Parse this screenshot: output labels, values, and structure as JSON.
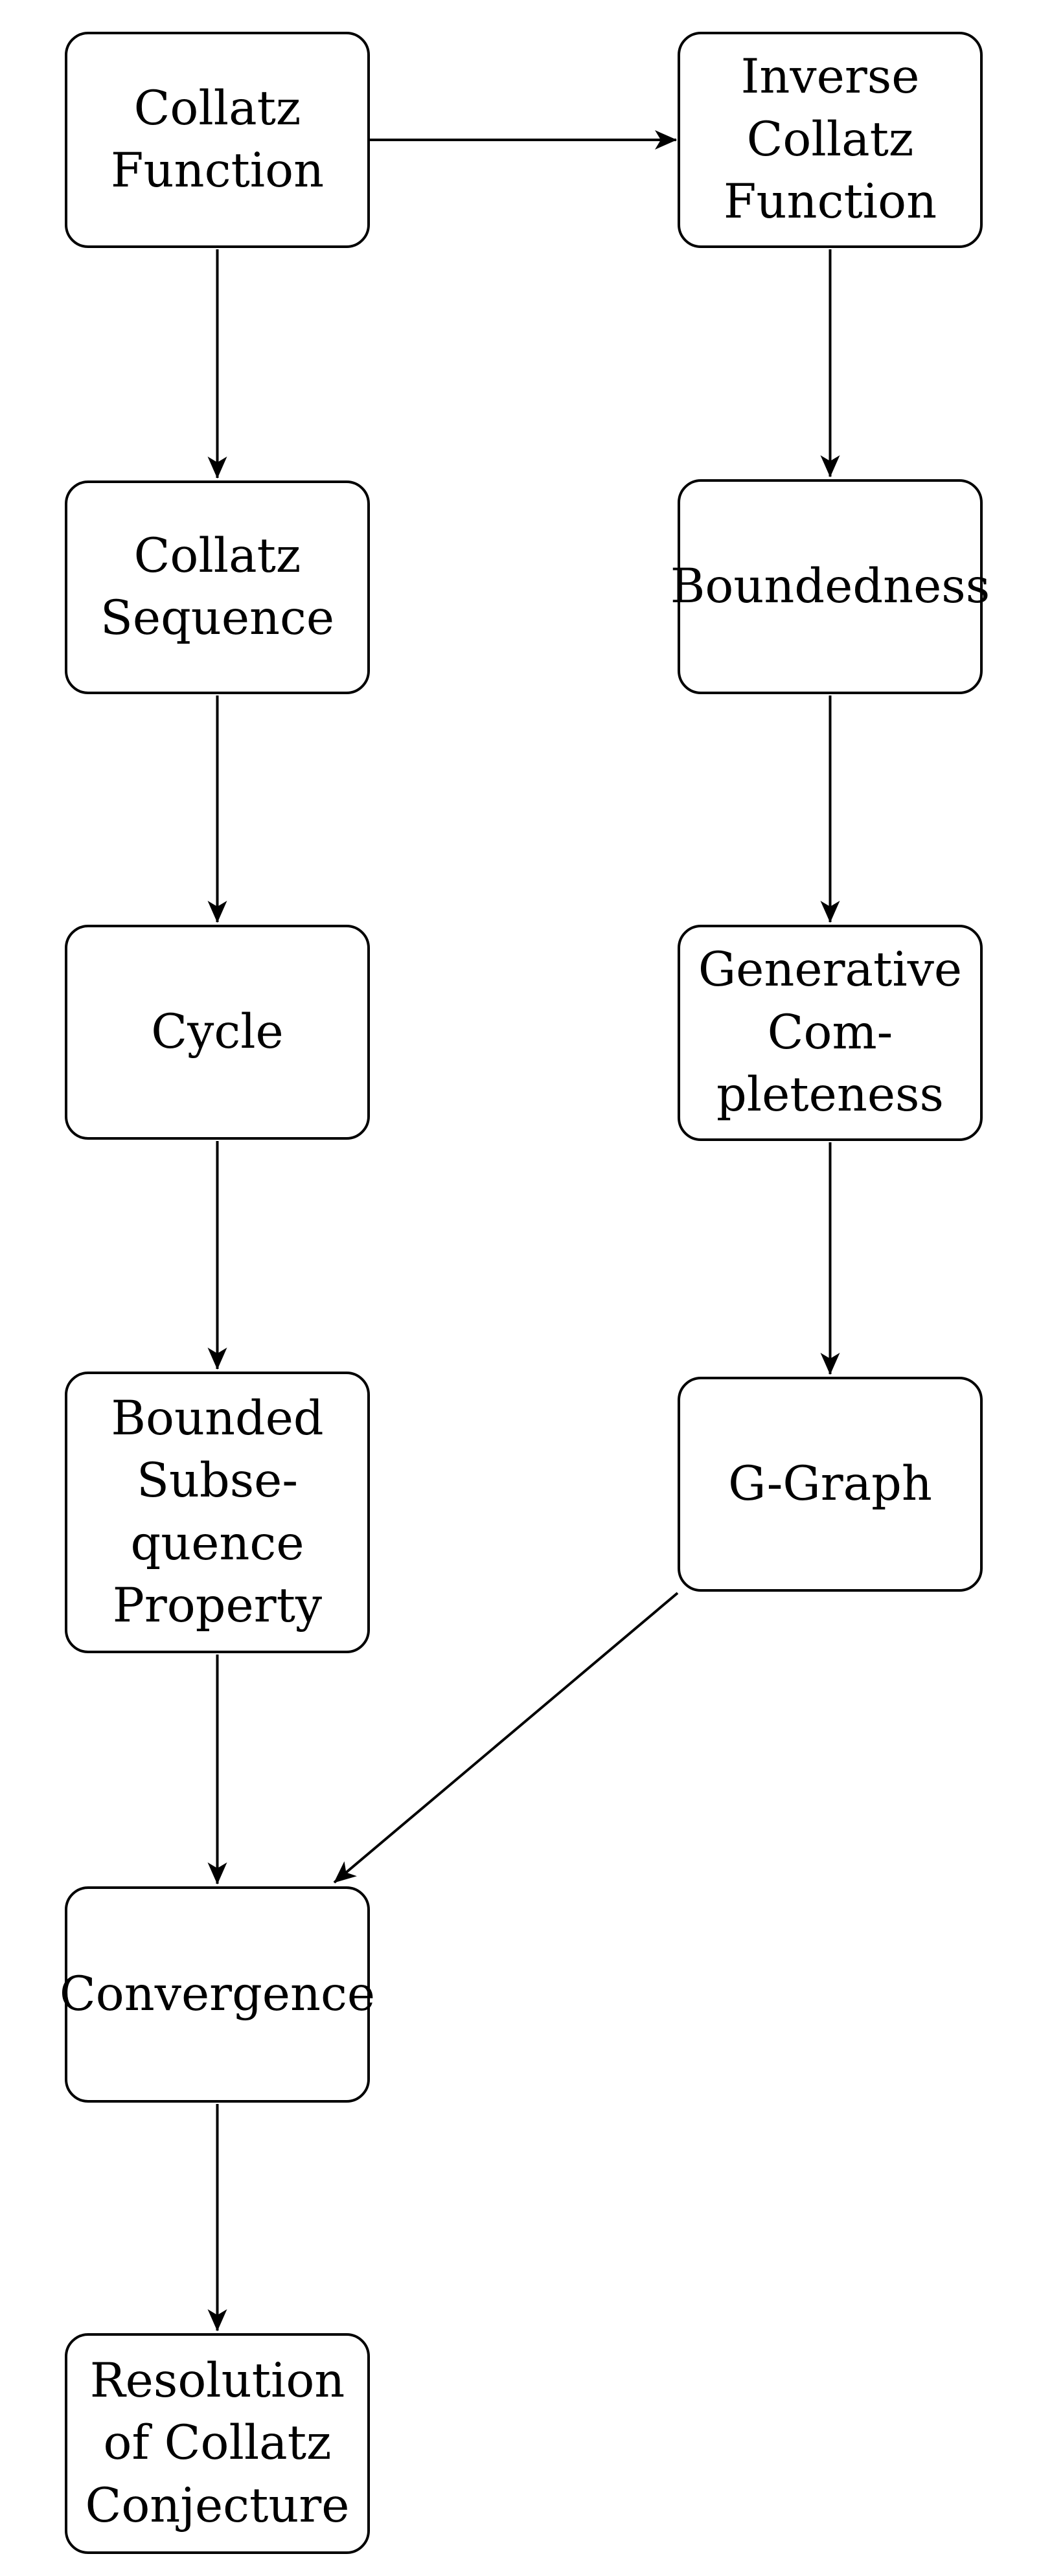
{
  "diagram": {
    "title": "Collatz Conjecture concept flowchart",
    "background_color": "#ffffff",
    "stroke_color": "#000000",
    "text_color": "#000000"
  },
  "nodes": [
    {
      "id": "collatz-function",
      "label": "Collatz\nFunction"
    },
    {
      "id": "inverse-collatz-function",
      "label": "Inverse\nCollatz\nFunction"
    },
    {
      "id": "collatz-sequence",
      "label": "Collatz\nSequence"
    },
    {
      "id": "boundedness",
      "label": "Boundedness"
    },
    {
      "id": "cycle",
      "label": "Cycle"
    },
    {
      "id": "generative-completeness",
      "label": "Generative\nCom-\npleteness"
    },
    {
      "id": "bounded-subsequence-property",
      "label": "Bounded\nSubse-\nquence\nProperty"
    },
    {
      "id": "g-graph",
      "label": "G-Graph"
    },
    {
      "id": "convergence",
      "label": "Convergence"
    },
    {
      "id": "resolution-of-collatz-conjecture",
      "label": "Resolution\nof Collatz\nConjecture"
    }
  ],
  "edges": [
    {
      "from": "collatz-function",
      "to": "inverse-collatz-function"
    },
    {
      "from": "collatz-function",
      "to": "collatz-sequence"
    },
    {
      "from": "collatz-sequence",
      "to": "cycle"
    },
    {
      "from": "cycle",
      "to": "bounded-subsequence-property"
    },
    {
      "from": "bounded-subsequence-property",
      "to": "convergence"
    },
    {
      "from": "inverse-collatz-function",
      "to": "boundedness"
    },
    {
      "from": "boundedness",
      "to": "generative-completeness"
    },
    {
      "from": "generative-completeness",
      "to": "g-graph"
    },
    {
      "from": "g-graph",
      "to": "convergence"
    },
    {
      "from": "convergence",
      "to": "resolution-of-collatz-conjecture"
    }
  ]
}
